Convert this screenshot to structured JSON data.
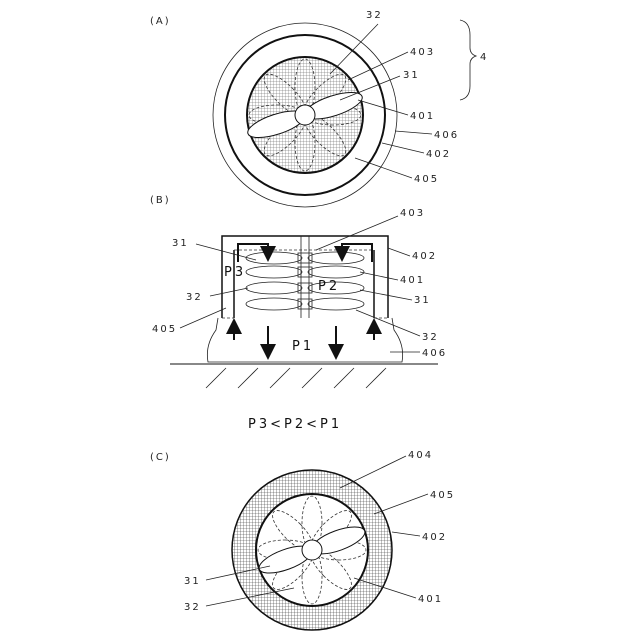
{
  "panels": {
    "a": {
      "tag": "(A)",
      "labels": {
        "l32": "32",
        "l403": "403",
        "l31": "31",
        "l401": "401",
        "l406": "406",
        "l402": "402",
        "l405": "405",
        "l4": "4"
      }
    },
    "b": {
      "tag": "(B)",
      "labels": {
        "l403": "403",
        "l31a": "31",
        "l402": "402",
        "lP3": "P3",
        "l401": "401",
        "lP2": "P2",
        "l32a": "32",
        "l31b": "31",
        "l405": "405",
        "l32b": "32",
        "lP1": "P1",
        "l406": "406"
      },
      "relation": "P3<P2<P1"
    },
    "c": {
      "tag": "(C)",
      "labels": {
        "l404": "404",
        "l405": "405",
        "l402": "402",
        "l31": "31",
        "l32": "32",
        "l401": "401"
      }
    }
  }
}
